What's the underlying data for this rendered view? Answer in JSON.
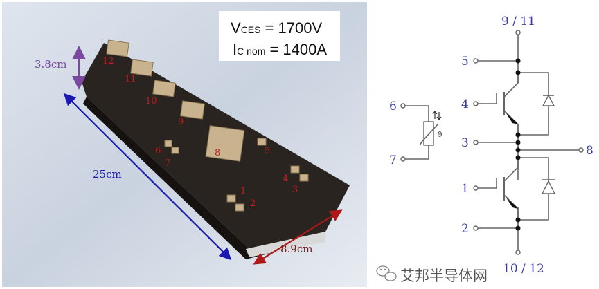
{
  "photo": {
    "spec_box": {
      "line1_main": "V",
      "line1_sub": "CES",
      "line1_value": " = 1700V",
      "line2_main": "I",
      "line2_sub": "C nom",
      "line2_value": " = 1400A"
    },
    "dimensions": {
      "height": "3.8cm",
      "length": "25cm",
      "width": "8.9cm"
    },
    "dimension_colors": {
      "height": "#7a4aa0",
      "length": "#1a1ab0",
      "width": "#b01818"
    },
    "terminal_labels": [
      "12",
      "11",
      "10",
      "9",
      "8",
      "6",
      "7",
      "5",
      "4",
      "3",
      "1",
      "2"
    ]
  },
  "schematic": {
    "labels": {
      "top": "9 / 11",
      "bottom": "10 / 12",
      "t5": "5",
      "t4": "4",
      "t3": "3",
      "t1": "1",
      "t2": "2",
      "t6": "6",
      "t7": "7",
      "t8": "8"
    },
    "label_color": "#3b3b9e"
  },
  "watermark": {
    "icon": "wechat-icon",
    "text": "艾邦半导体网"
  }
}
